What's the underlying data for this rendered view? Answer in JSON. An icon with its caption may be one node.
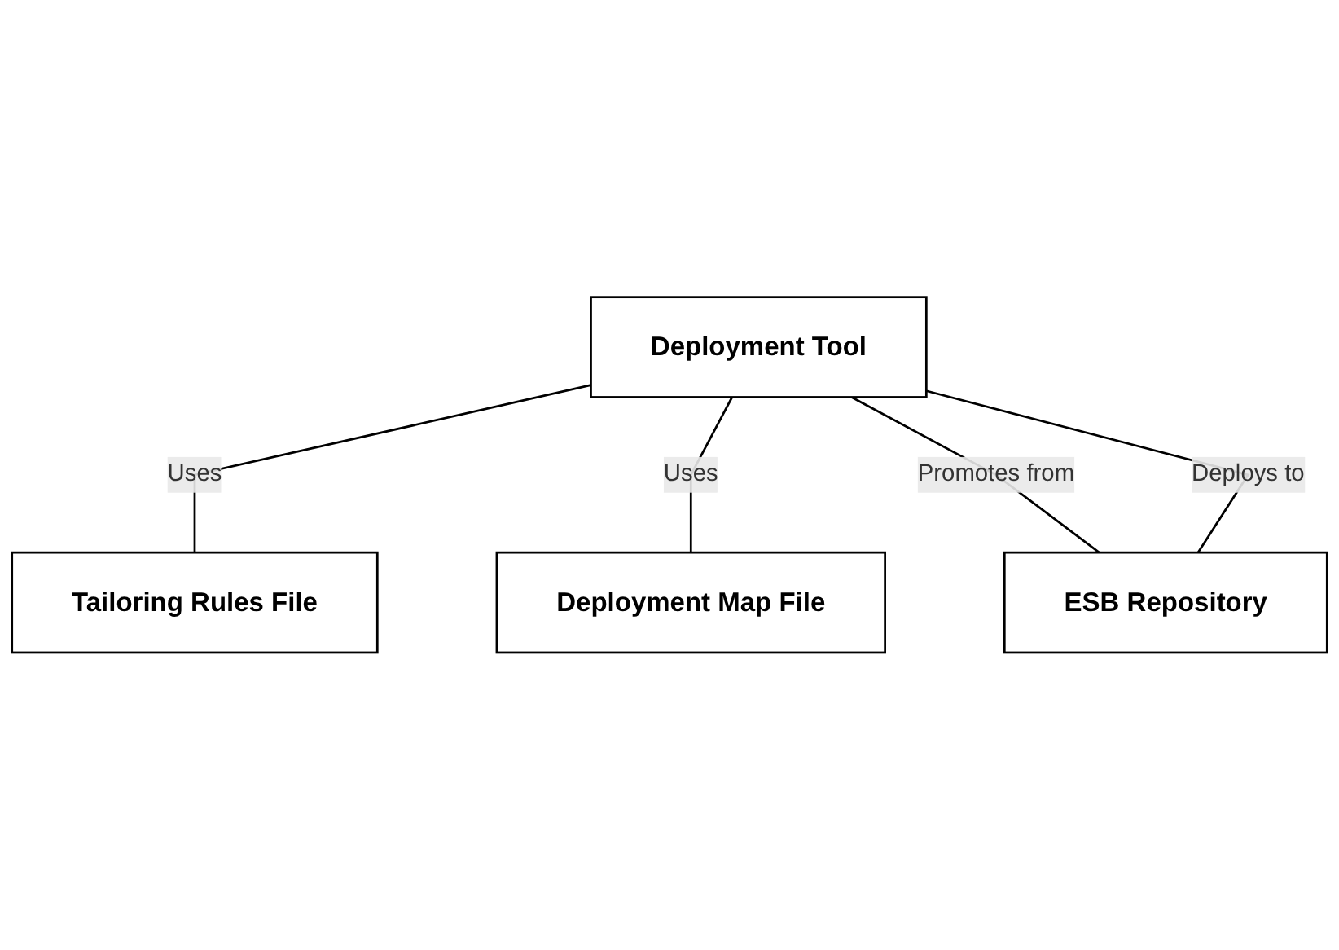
{
  "diagram": {
    "nodes": [
      {
        "text": [
          "Tailoring Rules File"
        ]
      },
      {
        "text": [
          "Deployment Tool"
        ]
      },
      {
        "text": [
          "Deployment Map File"
        ]
      },
      {
        "text": [
          "ESB Repository"
        ]
      }
    ],
    "edges": [
      {
        "from": 1,
        "to": 0,
        "arrow": "none",
        "label": "Uses"
      },
      {
        "from": 1,
        "to": 2,
        "arrow": "none",
        "label": "Uses"
      },
      {
        "from": 1,
        "to": 3,
        "arrow": "none",
        "label": "Promotes from"
      },
      {
        "from": 1,
        "to": 3,
        "arrow": "none",
        "label": "Deploys to"
      }
    ]
  }
}
